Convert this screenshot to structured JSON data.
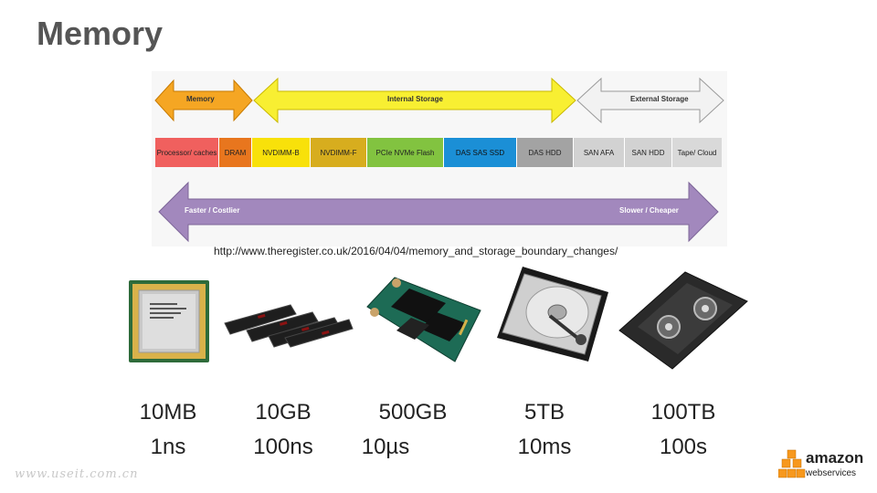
{
  "slide": {
    "title": "Memory"
  },
  "diagram": {
    "arrows": {
      "memory": "Memory",
      "internal": "Internal Storage",
      "external": "External Storage",
      "faster": "Faster / Costlier",
      "slower": "Slower / Cheaper"
    },
    "tiers": [
      {
        "label": "Processor/ caches",
        "color": "#f0605e"
      },
      {
        "label": "DRAM",
        "color": "#e8761e"
      },
      {
        "label": "NVDIMM-B",
        "color": "#f8e10a"
      },
      {
        "label": "NVDIMM-F",
        "color": "#d7ad1e"
      },
      {
        "label": "PCIe NVMe Flash",
        "color": "#82c340"
      },
      {
        "label": "DAS SAS SSD",
        "color": "#1b8fd6"
      },
      {
        "label": "DAS HDD",
        "color": "#a3a3a3"
      },
      {
        "label": "SAN AFA",
        "color": "#d2d2d2"
      },
      {
        "label": "SAN HDD",
        "color": "#d2d2d2"
      },
      {
        "label": "Tape/ Cloud",
        "color": "#d9d9d9"
      }
    ],
    "source_url": "http://www.theregister.co.uk/2016/04/04/memory_and_storage_boundary_changes/"
  },
  "stats": [
    {
      "capacity": "10MB",
      "latency": "1ns"
    },
    {
      "capacity": "10GB",
      "latency": "100ns"
    },
    {
      "capacity": "500GB",
      "latency": "10µs"
    },
    {
      "capacity": "5TB",
      "latency": "10ms"
    },
    {
      "capacity": "100TB",
      "latency": "100s"
    }
  ],
  "watermark": "www.useit.com.cn",
  "logo": {
    "line1": "amazon",
    "line2": "webservices"
  }
}
